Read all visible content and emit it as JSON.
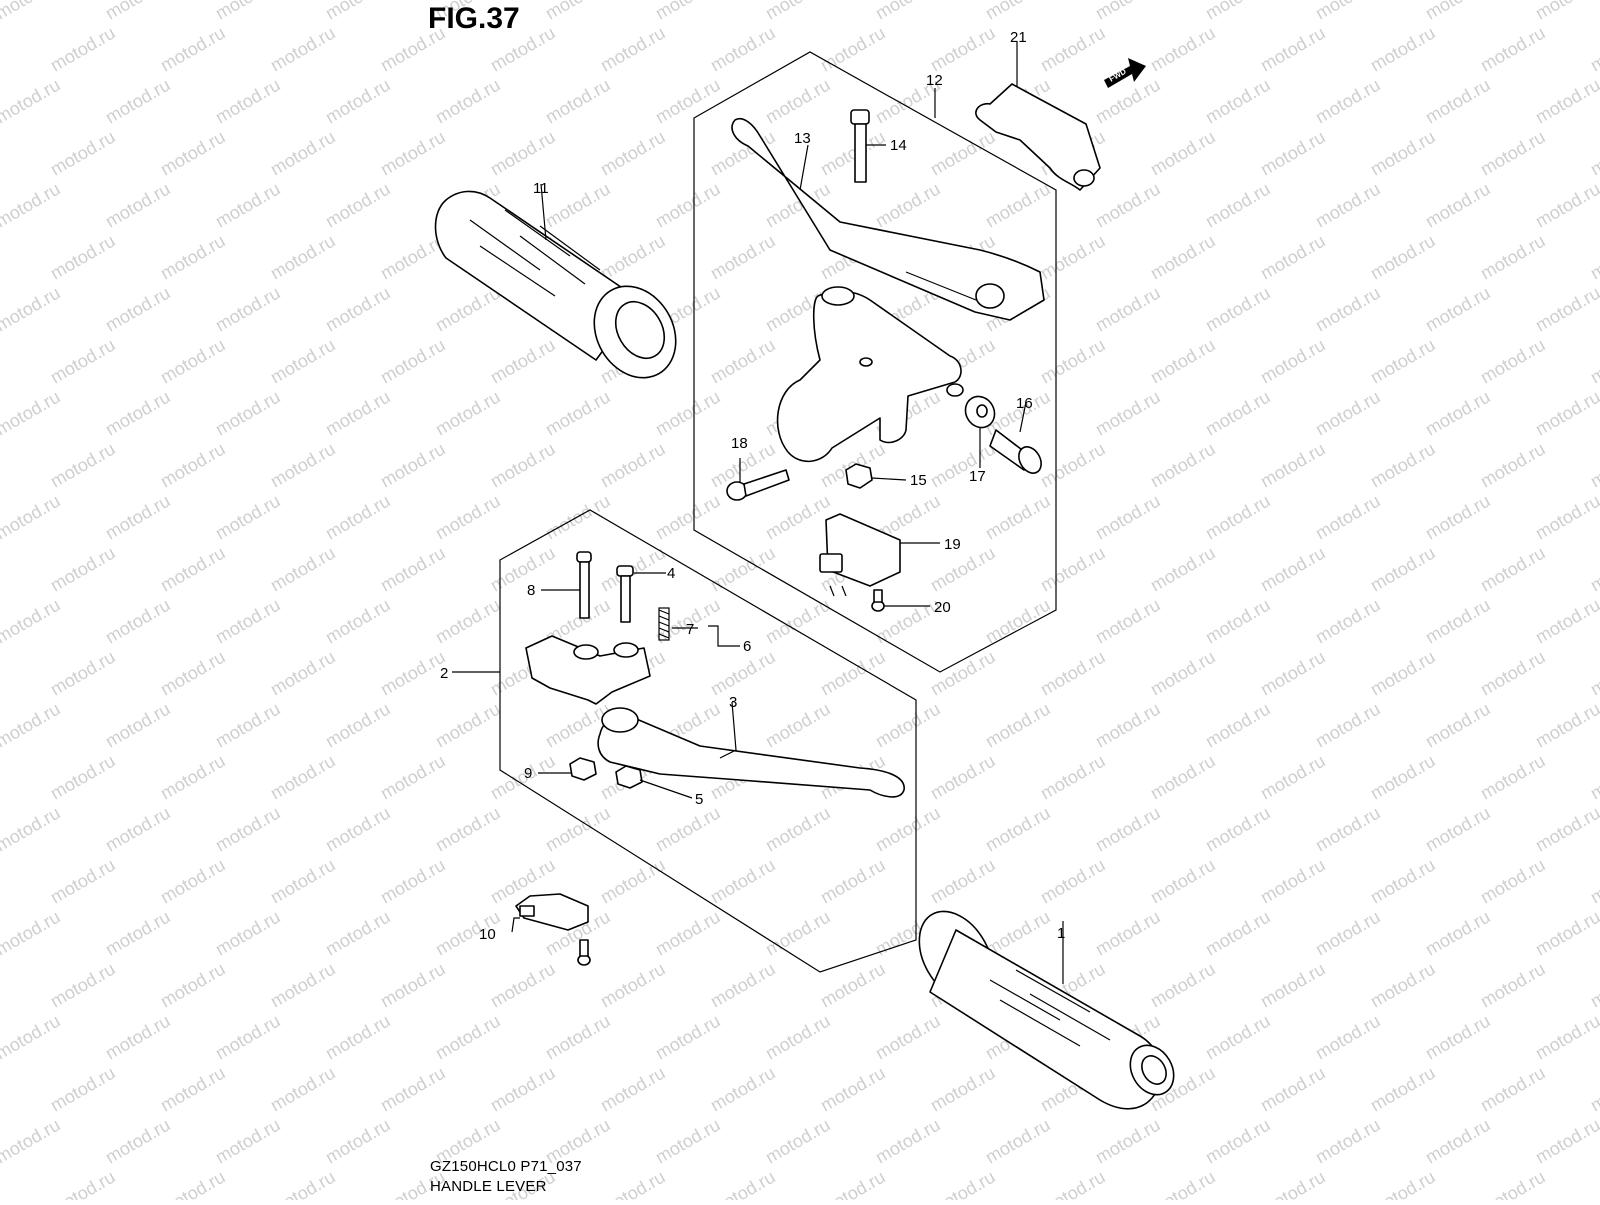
{
  "figure": {
    "title": "FIG.37",
    "model_code": "GZ150HCL0 P71_037",
    "name": "HANDLE LEVER",
    "direction_badge": "FWD",
    "watermark": "motod.ru"
  },
  "callouts": {
    "c1": "1",
    "c2": "2",
    "c3": "3",
    "c4": "4",
    "c5": "5",
    "c6": "6",
    "c7": "7",
    "c8": "8",
    "c9": "9",
    "c10": "10",
    "c11": "11",
    "c12": "12",
    "c13": "13",
    "c14": "14",
    "c15": "15",
    "c16": "16",
    "c17": "17",
    "c18": "18",
    "c19": "19",
    "c20": "20",
    "c21": "21"
  }
}
